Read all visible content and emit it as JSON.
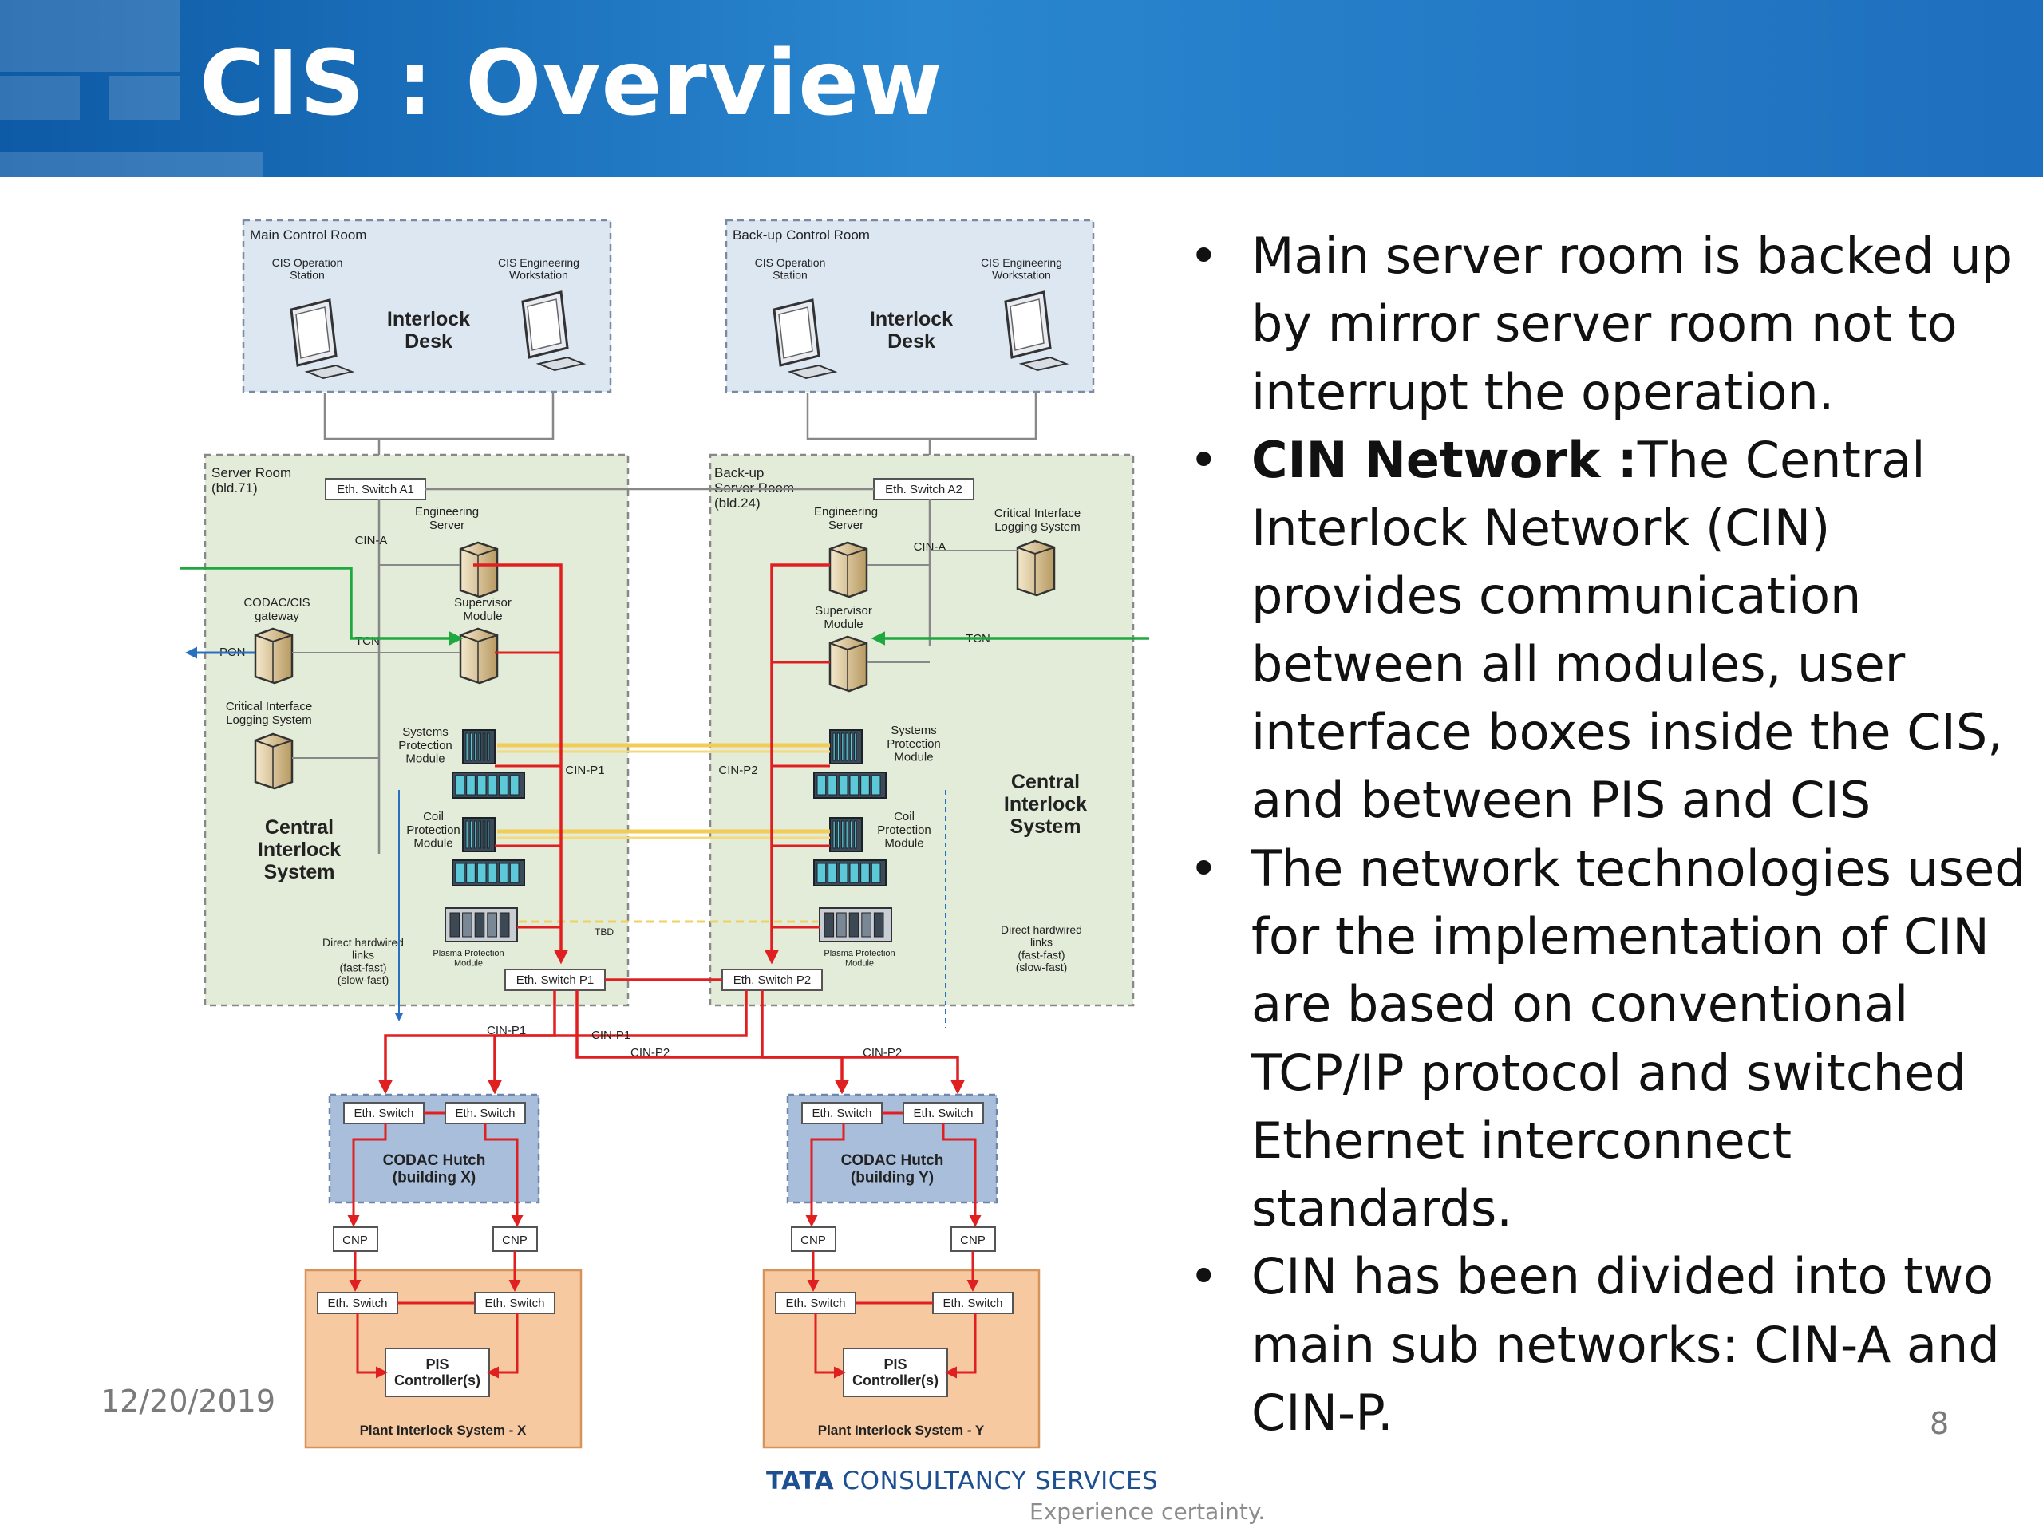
{
  "slide": {
    "title": "CIS : Overview",
    "date": "12/20/2019",
    "page_number": "8"
  },
  "bullets": [
    {
      "bold": "",
      "text": "Main server room is backed up by  mirror server room not to interrupt the operation."
    },
    {
      "bold": "CIN Network :",
      "text": "The Central Interlock Network (CIN) provides communication between all modules, user interface boxes  inside the CIS, and between PIS and CIS"
    },
    {
      "bold": "",
      "text": "The network technologies used for the implementation of CIN are based on conventional TCP/IP protocol and switched Ethernet interconnect standards."
    },
    {
      "bold": "",
      "text": "CIN has been divided into two main sub networks: CIN-A and CIN-P."
    }
  ],
  "footer": {
    "logo_brand": "TATA",
    "logo_name": "CONSULTANCY SERVICES",
    "logo_tagline": "Experience certainty."
  },
  "diagram": {
    "main_control_room": {
      "label": "Main Control Room",
      "station_left": [
        "CIS Operation",
        "Station"
      ],
      "station_right": [
        "CIS Engineering",
        "Workstation"
      ],
      "desk": [
        "Interlock",
        "Desk"
      ]
    },
    "backup_control_room": {
      "label": "Back-up Control Room",
      "station_left": [
        "CIS Operation",
        "Station"
      ],
      "station_right": [
        "CIS Engineering",
        "Workstation"
      ],
      "desk": [
        "Interlock",
        "Desk"
      ]
    },
    "server_room": {
      "label": [
        "Server Room",
        "(bld.71)"
      ],
      "switch_a": "Eth. Switch A1",
      "cin_a": "CIN-A",
      "engineering_server": [
        "Engineering",
        "Server"
      ],
      "supervisor": [
        "Supervisor",
        "Module"
      ],
      "gateway": [
        "CODAC/CIS",
        "gateway"
      ],
      "tcn": "TCN",
      "pon": "PON",
      "logging": [
        "Critical Interface",
        "Logging System"
      ],
      "spm": [
        "Systems",
        "Protection",
        "Module"
      ],
      "cpm": [
        "Coil",
        "Protection",
        "Module"
      ],
      "cin_p": "CIN-P1",
      "system": [
        "Central",
        "Interlock",
        "System"
      ],
      "hardwired": [
        "Direct hardwired",
        "links",
        "(fast-fast)",
        "(slow-fast)"
      ],
      "plasma": [
        "Plasma Protection",
        "Module"
      ],
      "tbd": "TBD",
      "switch_p": "Eth. Switch P1"
    },
    "backup_server_room": {
      "label": [
        "Back-up",
        "Server Room",
        "(bld.24)"
      ],
      "switch_a": "Eth. Switch A2",
      "cin_a": "CIN-A",
      "engineering_server": [
        "Engineering",
        "Server"
      ],
      "supervisor": [
        "Supervisor",
        "Module"
      ],
      "logging": [
        "Critical Interface",
        "Logging System"
      ],
      "tcn": "TCN",
      "spm": [
        "Systems",
        "Protection",
        "Module"
      ],
      "cpm": [
        "Coil",
        "Protection",
        "Module"
      ],
      "cin_p": "CIN-P2",
      "system": [
        "Central",
        "Interlock",
        "System"
      ],
      "hardwired": [
        "Direct hardwired",
        "links",
        "(fast-fast)",
        "(slow-fast)"
      ],
      "plasma": [
        "Plasma Protection",
        "Module"
      ],
      "switch_p": "Eth. Switch P2"
    },
    "links": {
      "p1": "CIN-P1",
      "p2": "CIN-P2"
    },
    "codac_x": {
      "switch": "Eth. Switch",
      "label": [
        "CODAC Hutch",
        "(building X)"
      ]
    },
    "codac_y": {
      "switch": "Eth. Switch",
      "label": [
        "CODAC Hutch",
        "(building Y)"
      ]
    },
    "cnp": "CNP",
    "pis_x": {
      "switch": "Eth. Switch",
      "controller": [
        "PIS",
        "Controller(s)"
      ],
      "label": "Plant Interlock System - X"
    },
    "pis_y": {
      "switch": "Eth. Switch",
      "controller": [
        "PIS",
        "Controller(s)"
      ],
      "label": "Plant Interlock System - Y"
    }
  }
}
